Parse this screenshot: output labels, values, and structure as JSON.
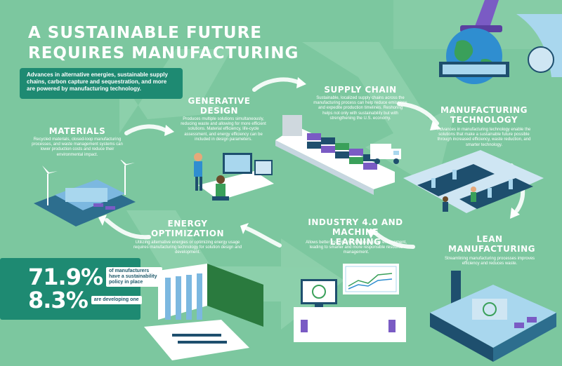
{
  "title": {
    "line1": "A SUSTAINABLE FUTURE",
    "line2": "REQUIRES MANUFACTURING"
  },
  "intro": "Advances in alternative energies, sustainable supply chains, carbon capture and sequestration, and more are powered by manufacturing technology.",
  "sections": {
    "materials": {
      "heading": "MATERIALS",
      "body": "Recycled materials, closed-loop manufacturing processes, and waste management systems can lower production costs and reduce their environmental impact."
    },
    "generative_design": {
      "heading_line1": "GENERATIVE",
      "heading_line2": "DESIGN",
      "body": "Produces multiple solutions simultaneously, reducing waste and allowing for more efficient solutions. Material efficiency, life-cycle assessment, and energy efficiency can be included in design parameters."
    },
    "supply_chain": {
      "heading": "SUPPLY CHAIN",
      "body": "Sustainable, localized supply chains across the manufacturing process can help reduce emissions and expedite production timelines. Reshoring helps not only with sustainability but with strengthening the U.S. economy."
    },
    "manufacturing_technology": {
      "heading_line1": "MANUFACTURING",
      "heading_line2": "TECHNOLOGY",
      "body": "Advances in manufacturing technology enable the solutions that make a sustainable future possible through increased efficiency, waste reduction, and smarter technology."
    },
    "energy_optimization": {
      "heading_line1": "ENERGY",
      "heading_line2": "OPTIMIZATION",
      "body": "Utilizing alternative energies or optimizing energy usage requires manufacturing technology for solution design and development."
    },
    "industry_40": {
      "heading_line1": "INDUSTRY 4.0 AND",
      "heading_line2": "MACHINE LEARNING",
      "body": "Allows better insights into the production environment, leading to smarter and more responsible resource management."
    },
    "lean_manufacturing": {
      "heading_line1": "LEAN",
      "heading_line2": "MANUFACTURING",
      "body": "Streamlining manufacturing processes improves efficiency and reduces waste."
    }
  },
  "stats": [
    {
      "value": "71.9%",
      "label": "of manufacturers have a sustainability policy in place"
    },
    {
      "value": "8.3%",
      "label": "are developing one"
    }
  ],
  "colors": {
    "background": "#7cc79f",
    "dark_green": "#1e8a72",
    "recycle_shape": "#8fd1ad",
    "navy": "#1e4f6e",
    "light_blue": "#a9d7ee",
    "purple": "#7a5bc4"
  },
  "icons": [
    "recycle-icon",
    "globe-icon",
    "robot-arm-icon",
    "wind-turbine-icon",
    "factory-icon",
    "cargo-ship-icon",
    "truck-icon",
    "dam-icon",
    "computer-monitor-icon",
    "conveyor-icon"
  ]
}
